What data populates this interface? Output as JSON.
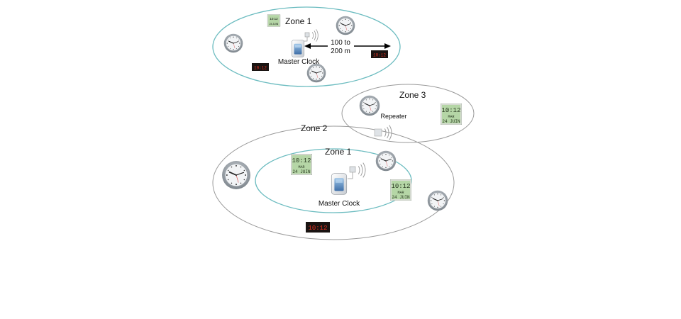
{
  "diagram": {
    "top": {
      "zone_label": "Zone 1",
      "master_clock_label": "Master Clock",
      "distance_label_line1": "100 to",
      "distance_label_line2": "200 m"
    },
    "bottom": {
      "zone1_label": "Zone 1",
      "zone2_label": "Zone 2",
      "zone3_label": "Zone 3",
      "repeater_label": "Repeater",
      "master_clock_label": "Master Clock"
    },
    "lcd": {
      "time": "10:12",
      "day": "MAR",
      "date": "24 JUIN"
    },
    "led": {
      "time": "10:12"
    },
    "colors": {
      "zone1_outline": "#6cbcc0",
      "zone_outline": "#9a9a9a",
      "lcd_bg": "#b5d6a6",
      "led_text": "#e03020"
    }
  }
}
